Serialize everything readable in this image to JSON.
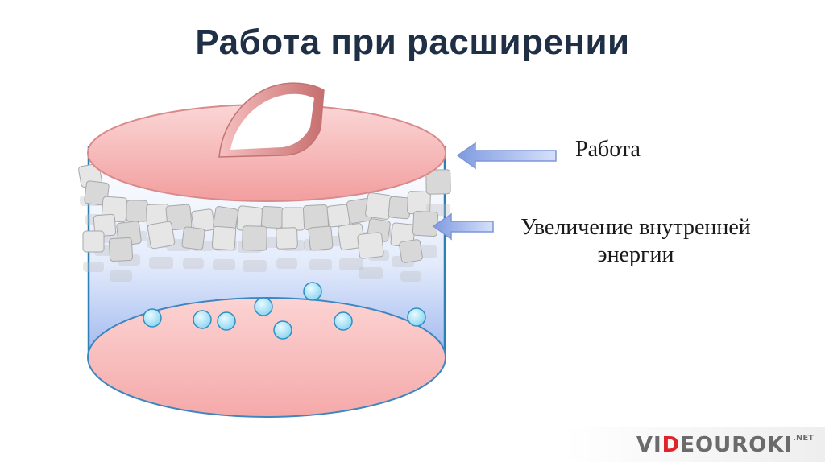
{
  "title": "Работа при расширении",
  "labels": {
    "work": "Работа",
    "energy_line1": "Увеличение внутренней",
    "energy_line2": "энергии"
  },
  "logo": {
    "part1": "VI",
    "part2": "D",
    "part3": "EOUROKI",
    "suffix": ".NET"
  },
  "colors": {
    "title": "#1f2f45",
    "lid": "#f7b9b9",
    "gas_gradient_top": "#ffffff",
    "gas_gradient_bottom": "#9fb7ef",
    "molecules": "#a9e4f7",
    "arrows": "#9fb2ea",
    "logo_accent": "#e0232b"
  },
  "icons": [
    "arrow-left-icon",
    "arrow-left-icon",
    "sugar-cube-icon",
    "molecule-icon"
  ]
}
